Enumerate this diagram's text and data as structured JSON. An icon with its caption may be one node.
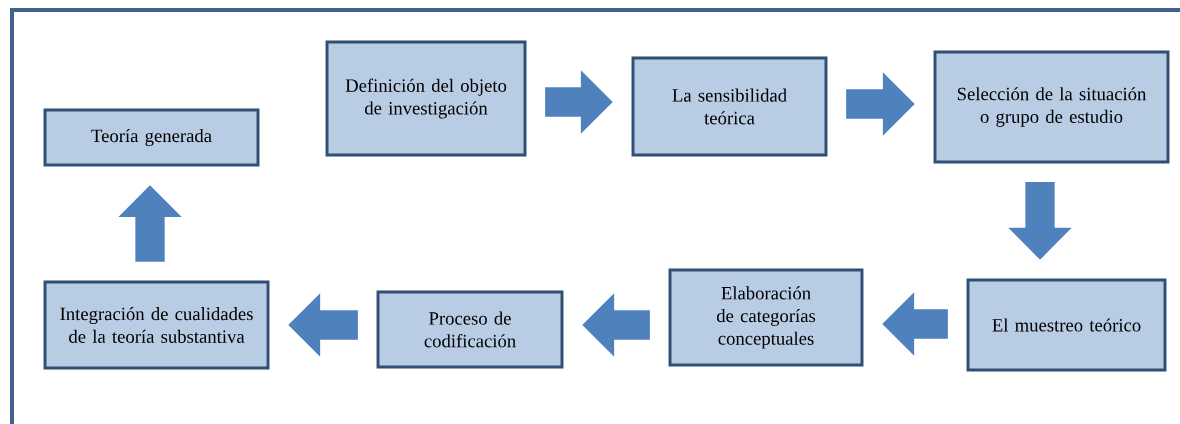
{
  "diagram": {
    "nodes": [
      {
        "text": [
          "Teoría generada"
        ]
      },
      {
        "text": [
          "Definición del objeto de investigación"
        ]
      },
      {
        "text": [
          "La sensibilidad teórica"
        ]
      },
      {
        "text": [
          "Selección de la situación o grupo de estudio"
        ]
      },
      {
        "text": [
          "El muestreo teórico"
        ]
      },
      {
        "text": [
          "Elaboración de categorías conceptuales"
        ]
      },
      {
        "text": [
          "Proceso de codificación"
        ]
      },
      {
        "text": [
          "Integración de cualidades de la teoría substantiva"
        ]
      }
    ],
    "edges": [
      {
        "from": 1,
        "to": 2,
        "arrow": "to"
      },
      {
        "from": 2,
        "to": 3,
        "arrow": "to"
      },
      {
        "from": 3,
        "to": 4,
        "arrow": "to"
      },
      {
        "from": 4,
        "to": 5,
        "arrow": "to"
      },
      {
        "from": 5,
        "to": 6,
        "arrow": "to"
      },
      {
        "from": 6,
        "to": 7,
        "arrow": "to"
      },
      {
        "from": 7,
        "to": 0,
        "arrow": "to"
      }
    ]
  }
}
